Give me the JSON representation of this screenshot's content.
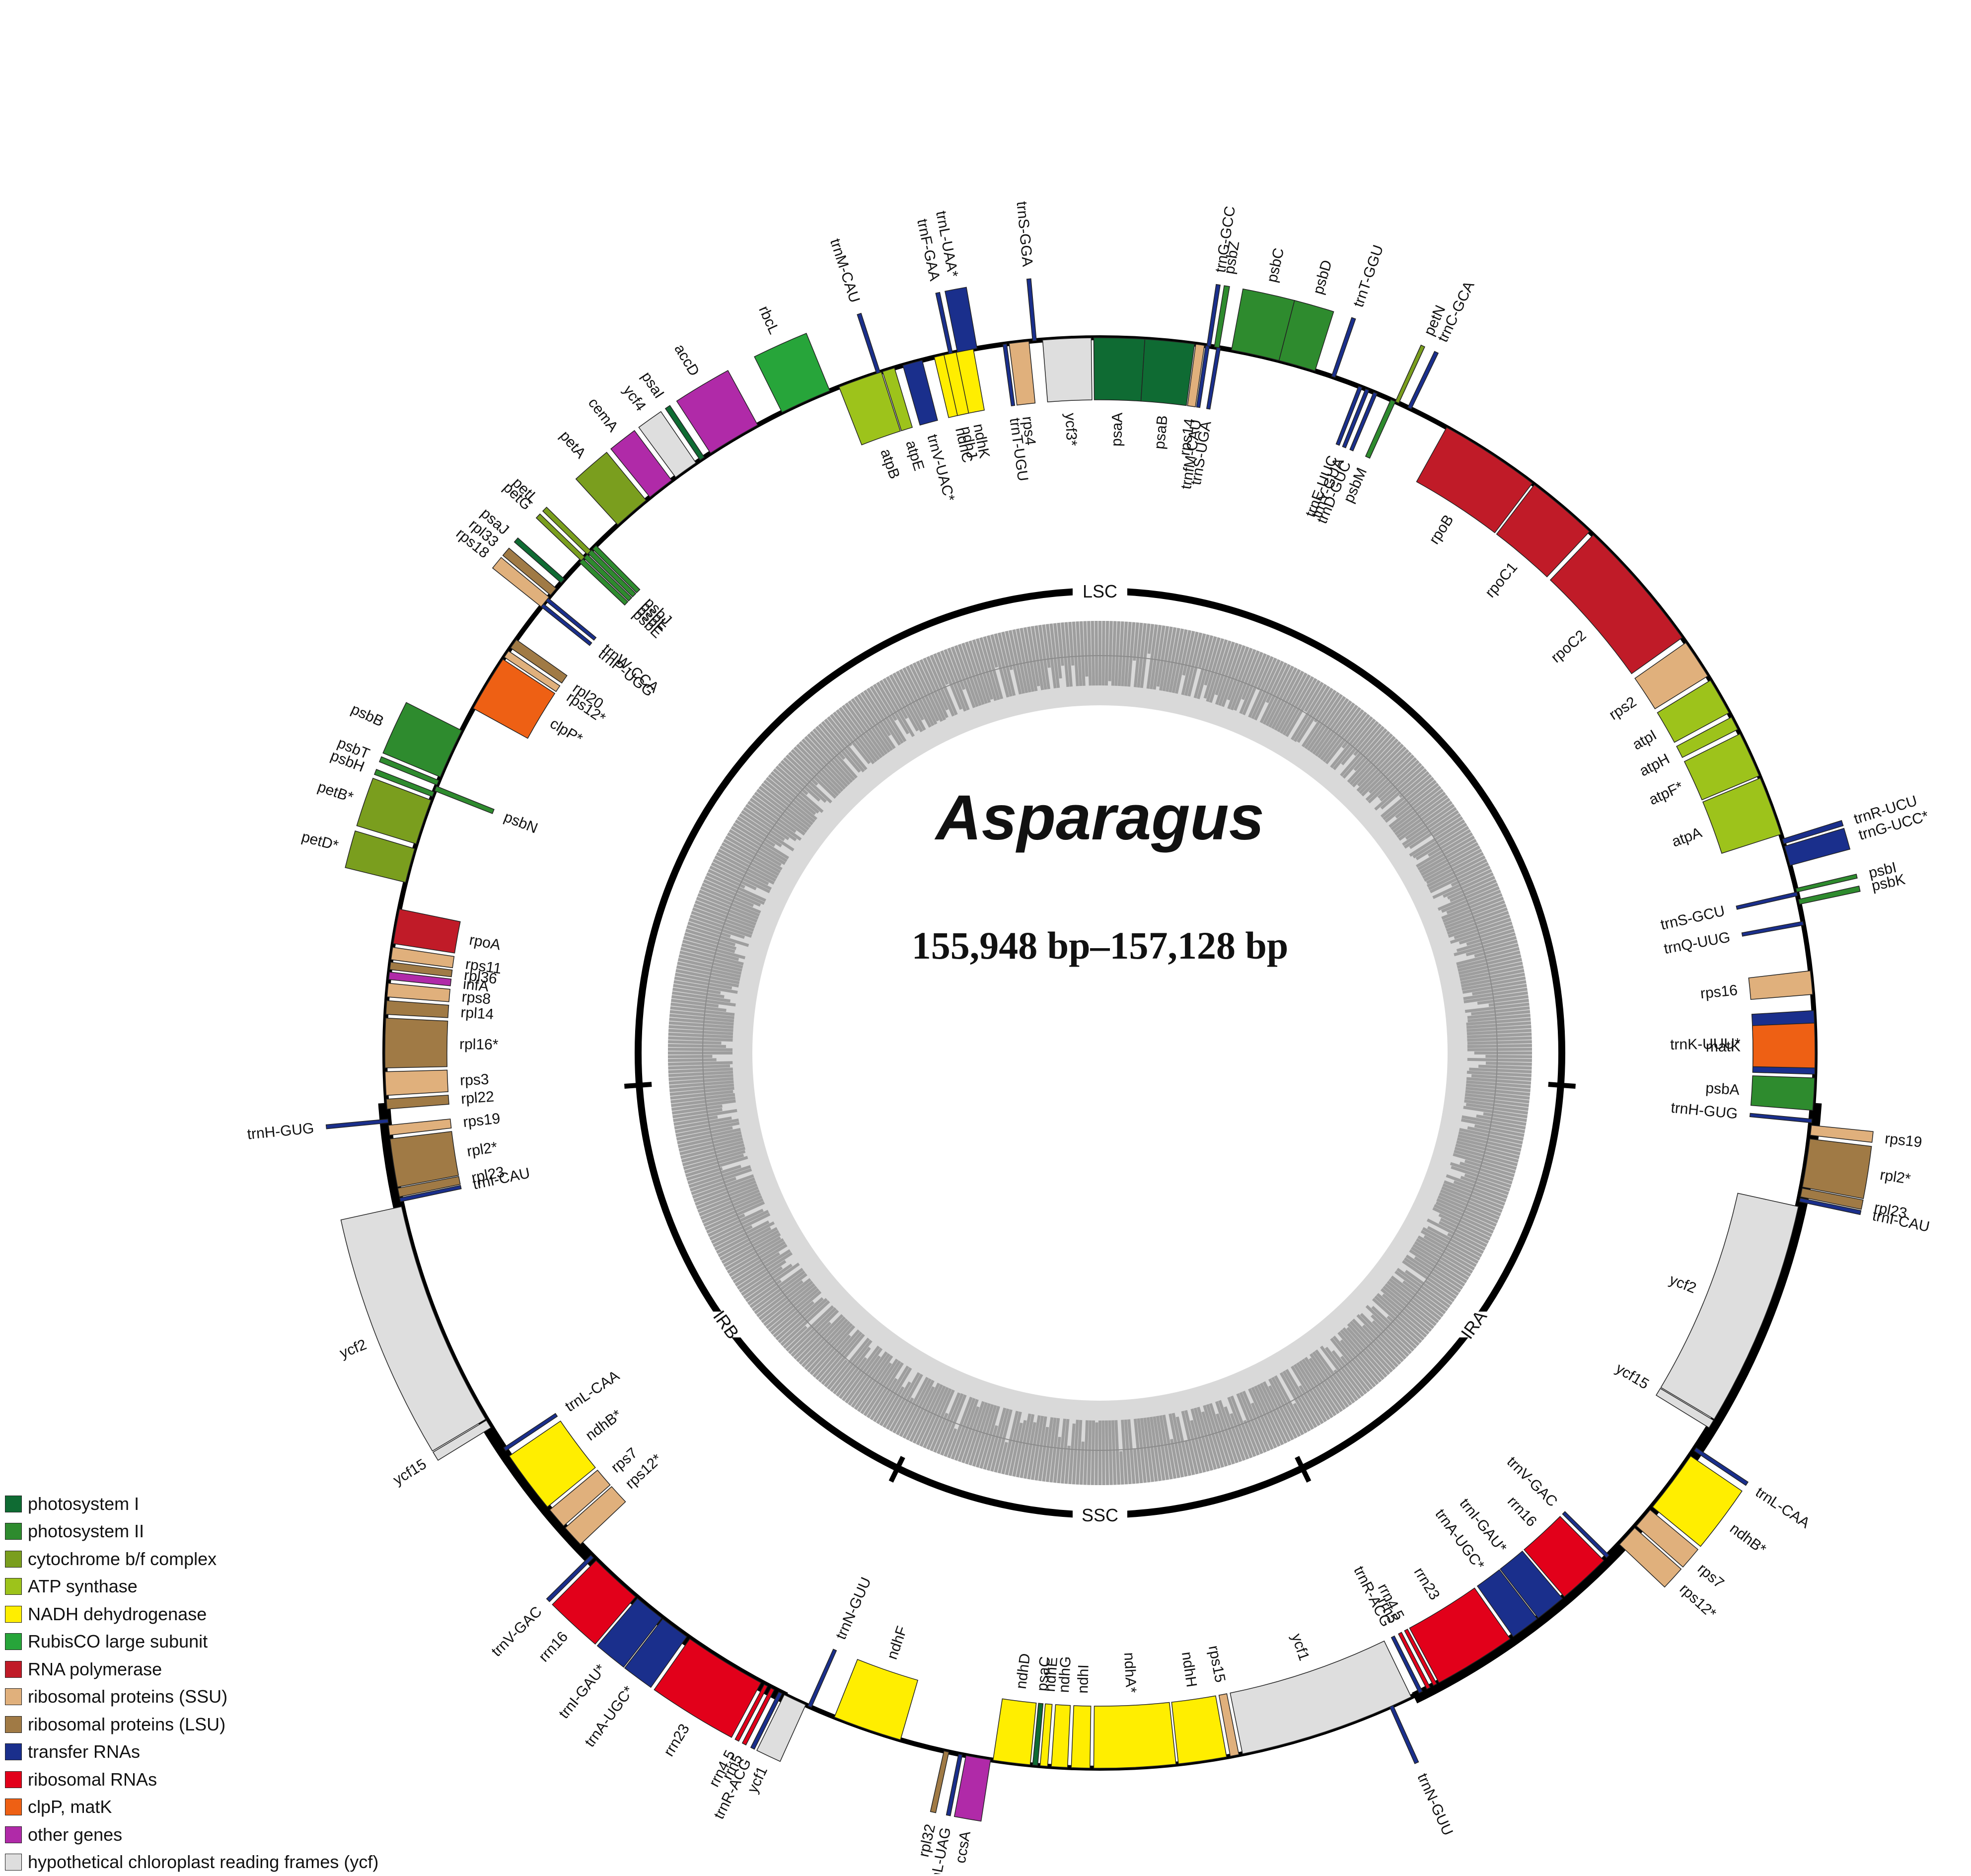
{
  "title": "Asparagus",
  "subtitle": "155,948 bp–157,128 bp",
  "regions": [
    {
      "id": "LSC",
      "label": "LSC",
      "angle": 0
    },
    {
      "id": "IRA",
      "label": "IRA",
      "angle": 126
    },
    {
      "id": "SSC",
      "label": "SSC",
      "angle": 180
    },
    {
      "id": "IRB",
      "label": "IRB",
      "angle": 234
    }
  ],
  "region_boundaries": [
    94,
    154,
    206,
    266
  ],
  "colors": {
    "PSI": "#0f6b33",
    "PSII": "#2e8b2e",
    "CYT": "#7a9e1e",
    "ATP": "#9dc31b",
    "NADH": "#ffee00",
    "RBC": "#27a53a",
    "RNAP": "#c01b28",
    "SSU": "#e0b07c",
    "LSU": "#a07a45",
    "TRNA": "#1a2f8c",
    "RRNA": "#e2001a",
    "CLP": "#ee6014",
    "OTHER": "#b02aa8",
    "YCF": "#dedede"
  },
  "legend": [
    {
      "label": "photosystem I",
      "color": "#0f6b33"
    },
    {
      "label": "photosystem II",
      "color": "#2e8b2e"
    },
    {
      "label": "cytochrome b/f complex",
      "color": "#7a9e1e"
    },
    {
      "label": "ATP synthase",
      "color": "#9dc31b"
    },
    {
      "label": "NADH dehydrogenase",
      "color": "#ffee00"
    },
    {
      "label": "RubisCO large subunit",
      "color": "#27a53a"
    },
    {
      "label": "RNA polymerase",
      "color": "#c01b28"
    },
    {
      "label": "ribosomal proteins (SSU)",
      "color": "#e0b07c"
    },
    {
      "label": "ribosomal proteins (LSU)",
      "color": "#a07a45"
    },
    {
      "label": "transfer RNAs",
      "color": "#1a2f8c"
    },
    {
      "label": "ribosomal RNAs",
      "color": "#e2001a"
    },
    {
      "label": "clpP, matK",
      "color": "#ee6014"
    },
    {
      "label": "other genes",
      "color": "#b02aa8"
    },
    {
      "label": "hypothetical chloroplast reading frames (ycf)",
      "color": "#dedede"
    }
  ],
  "genes": [
    {
      "name": "trnG-GCC",
      "cat": "TRNA",
      "a0": 8.6,
      "a1": 8.9,
      "side": "out"
    },
    {
      "name": "psbZ",
      "cat": "PSII",
      "a0": 9.2,
      "a1": 9.6,
      "side": "out"
    },
    {
      "name": "psbC",
      "cat": "PSII",
      "a0": 10.6,
      "a1": 14.5,
      "side": "out"
    },
    {
      "name": "psbD",
      "cat": "PSII",
      "a0": 14.5,
      "a1": 17.5,
      "side": "out"
    },
    {
      "name": "trnT-GGU",
      "cat": "TRNA",
      "a0": 18.9,
      "a1": 19.2,
      "side": "out"
    },
    {
      "name": "petN",
      "cat": "CYT",
      "a0": 24.4,
      "a1": 24.7,
      "side": "out"
    },
    {
      "name": "trnC-GCA",
      "cat": "TRNA",
      "a0": 25.5,
      "a1": 25.8,
      "side": "out"
    },
    {
      "name": "rpoB",
      "cat": "RNAP",
      "a0": 29,
      "a1": 37.2,
      "side": "in"
    },
    {
      "name": "rpoC1",
      "cat": "RNAP",
      "a0": 37.4,
      "a1": 43.2,
      "side": "in"
    },
    {
      "name": "rpoC2",
      "cat": "RNAP",
      "a0": 43.6,
      "a1": 54.5,
      "side": "in"
    },
    {
      "name": "rps2",
      "cat": "SSU",
      "a0": 55,
      "a1": 58.2,
      "side": "in"
    },
    {
      "name": "atpI",
      "cat": "ATP",
      "a0": 58.6,
      "a1": 61.6,
      "side": "in"
    },
    {
      "name": "atpH",
      "cat": "ATP",
      "a0": 62,
      "a1": 63.1,
      "side": "in"
    },
    {
      "name": "atpF*",
      "cat": "ATP",
      "a0": 63.5,
      "a1": 67.2,
      "side": "in"
    },
    {
      "name": "atpA",
      "cat": "ATP",
      "a0": 67.4,
      "a1": 72.2,
      "side": "in"
    },
    {
      "name": "trnR-UCU",
      "cat": "TRNA",
      "a0": 72.6,
      "a1": 73,
      "side": "out"
    },
    {
      "name": "trnG-UCC*",
      "cat": "TRNA",
      "a0": 73.2,
      "a1": 74.8,
      "side": "out"
    },
    {
      "name": "psbI",
      "cat": "PSII",
      "a0": 76.7,
      "a1": 77,
      "side": "out"
    },
    {
      "name": "psbK",
      "cat": "PSII",
      "a0": 77.6,
      "a1": 78,
      "side": "out"
    },
    {
      "name": "trnS-GCU",
      "cat": "TRNA",
      "a0": 77,
      "a1": 77.3,
      "side": "in"
    },
    {
      "name": "trnQ-UUG",
      "cat": "TRNA",
      "a0": 79.4,
      "a1": 79.7,
      "side": "in"
    },
    {
      "name": "rps16",
      "cat": "SSU",
      "a0": 83.4,
      "a1": 85.3,
      "side": "in"
    },
    {
      "name": "trnK-UUU*",
      "cat": "TRNA",
      "a0": 86.6,
      "a1": 91.7,
      "side": "in"
    },
    {
      "name": "matK",
      "cat": "CLP",
      "a0": 87.6,
      "a1": 91.2,
      "side": "in"
    },
    {
      "name": "psbA",
      "cat": "PSII",
      "a0": 92,
      "a1": 94.6,
      "side": "in"
    },
    {
      "name": "trnH-GUG",
      "cat": "TRNA",
      "a0": 95.3,
      "a1": 95.6,
      "side": "in"
    },
    {
      "name": "rps19",
      "cat": "SSU",
      "a0": 95.8,
      "a1": 96.6,
      "side": "out"
    },
    {
      "name": "rpl2*",
      "cat": "LSU",
      "a0": 96.9,
      "a1": 100.8,
      "side": "out"
    },
    {
      "name": "rpl23",
      "cat": "LSU",
      "a0": 100.9,
      "a1": 101.6,
      "side": "out"
    },
    {
      "name": "trnI-CAU",
      "cat": "TRNA",
      "a0": 101.7,
      "a1": 102,
      "side": "out"
    },
    {
      "name": "ycf2",
      "cat": "YCF",
      "a0": 102.4,
      "a1": 120.8,
      "side": "in"
    },
    {
      "name": "ycf15",
      "cat": "YCF",
      "a0": 120.9,
      "a1": 121.6,
      "side": "in"
    },
    {
      "name": "trnL-CAA",
      "cat": "TRNA",
      "a0": 123.5,
      "a1": 123.8,
      "side": "out"
    },
    {
      "name": "ndhB*",
      "cat": "NADH",
      "a0": 124.3,
      "a1": 129.4,
      "side": "out"
    },
    {
      "name": "rps7",
      "cat": "SSU",
      "a0": 129.7,
      "a1": 131.4,
      "side": "out"
    },
    {
      "name": "rps12*",
      "cat": "SSU",
      "a0": 131.6,
      "a1": 133.4,
      "side": "out"
    },
    {
      "name": "trnV-GAC",
      "cat": "TRNA",
      "a0": 134.6,
      "a1": 134.9,
      "side": "in"
    },
    {
      "name": "rrn16",
      "cat": "RRNA",
      "a0": 135.2,
      "a1": 139.5,
      "side": "in"
    },
    {
      "name": "trnI-GAU*",
      "cat": "TRNA",
      "a0": 139.7,
      "a1": 142.2,
      "side": "in"
    },
    {
      "name": "trnA-UGC*",
      "cat": "TRNA",
      "a0": 142.3,
      "a1": 144.7,
      "side": "in"
    },
    {
      "name": "rrn23",
      "cat": "RRNA",
      "a0": 145,
      "a1": 151.7,
      "side": "in"
    },
    {
      "name": "rrn4.5",
      "cat": "RRNA",
      "a0": 151.9,
      "a1": 152.2,
      "side": "in"
    },
    {
      "name": "rrn5",
      "cat": "RRNA",
      "a0": 152.5,
      "a1": 152.8,
      "side": "in"
    },
    {
      "name": "trnR-ACG",
      "cat": "TRNA",
      "a0": 153.2,
      "a1": 153.5,
      "side": "in"
    },
    {
      "name": "trnN-GUU",
      "cat": "TRNA",
      "a0": 155.8,
      "a1": 156.1,
      "side": "out"
    },
    {
      "name": "ycf1",
      "cat": "YCF",
      "a0": 154.2,
      "a1": 168.5,
      "side": "in"
    },
    {
      "name": "rps15",
      "cat": "SSU",
      "a0": 168.8,
      "a1": 169.5,
      "side": "in"
    },
    {
      "name": "ndhH",
      "cat": "NADH",
      "a0": 169.8,
      "a1": 173.7,
      "side": "in"
    },
    {
      "name": "ndhA*",
      "cat": "NADH",
      "a0": 173.9,
      "a1": 180.5,
      "side": "in"
    },
    {
      "name": "ndhI",
      "cat": "NADH",
      "a0": 180.8,
      "a1": 182.3,
      "side": "in"
    },
    {
      "name": "ndhG",
      "cat": "NADH",
      "a0": 182.6,
      "a1": 183.9,
      "side": "in"
    },
    {
      "name": "ndhE",
      "cat": "NADH",
      "a0": 184.2,
      "a1": 184.8,
      "side": "in"
    },
    {
      "name": "psaC",
      "cat": "PSI",
      "a0": 185,
      "a1": 185.4,
      "side": "in"
    },
    {
      "name": "ndhD",
      "cat": "NADH",
      "a0": 185.6,
      "a1": 188.6,
      "side": "in"
    },
    {
      "name": "ccsA",
      "cat": "OTHER",
      "a0": 188.8,
      "a1": 190.8,
      "side": "out"
    },
    {
      "name": "trnL-UAG",
      "cat": "TRNA",
      "a0": 191.1,
      "a1": 191.4,
      "side": "out"
    },
    {
      "name": "rpl32",
      "cat": "LSU",
      "a0": 192.2,
      "a1": 192.6,
      "side": "out"
    },
    {
      "name": "ndhF",
      "cat": "NADH",
      "a0": 196.2,
      "a1": 201.8,
      "side": "in"
    },
    {
      "name": "trnN-GUU",
      "cat": "TRNA",
      "a0": 203.8,
      "a1": 204.1,
      "side": "in"
    },
    {
      "name": "ycf1",
      "cat": "YCF",
      "a0": 204.3,
      "a1": 206.2,
      "side": "out"
    },
    {
      "name": "trnR-ACG",
      "cat": "TRNA",
      "a0": 206.4,
      "a1": 206.7,
      "side": "out"
    },
    {
      "name": "rrn5",
      "cat": "RRNA",
      "a0": 207.1,
      "a1": 207.4,
      "side": "out"
    },
    {
      "name": "rrn4.5",
      "cat": "RRNA",
      "a0": 207.7,
      "a1": 208,
      "side": "out"
    },
    {
      "name": "rrn23",
      "cat": "RRNA",
      "a0": 208.3,
      "a1": 215,
      "side": "out"
    },
    {
      "name": "trnA-UGC*",
      "cat": "TRNA",
      "a0": 215.3,
      "a1": 217.7,
      "side": "out"
    },
    {
      "name": "trnI-GAU*",
      "cat": "TRNA",
      "a0": 217.8,
      "a1": 220.3,
      "side": "out"
    },
    {
      "name": "rrn16",
      "cat": "RRNA",
      "a0": 220.5,
      "a1": 224.8,
      "side": "out"
    },
    {
      "name": "trnV-GAC",
      "cat": "TRNA",
      "a0": 225.1,
      "a1": 225.4,
      "side": "out"
    },
    {
      "name": "rps12*",
      "cat": "SSU",
      "a0": 226.6,
      "a1": 228.4,
      "side": "in"
    },
    {
      "name": "rps7",
      "cat": "SSU",
      "a0": 228.6,
      "a1": 230.3,
      "side": "in"
    },
    {
      "name": "ndhB*",
      "cat": "NADH",
      "a0": 230.6,
      "a1": 235.7,
      "side": "in"
    },
    {
      "name": "trnL-CAA",
      "cat": "TRNA",
      "a0": 236.2,
      "a1": 236.5,
      "side": "in"
    },
    {
      "name": "ycf15",
      "cat": "YCF",
      "a0": 238.4,
      "a1": 239.1,
      "side": "out"
    },
    {
      "name": "ycf2",
      "cat": "YCF",
      "a0": 239.2,
      "a1": 257.6,
      "side": "out"
    },
    {
      "name": "trnI-CAU",
      "cat": "TRNA",
      "a0": 258,
      "a1": 258.3,
      "side": "in"
    },
    {
      "name": "rpl23",
      "cat": "LSU",
      "a0": 258.4,
      "a1": 259.1,
      "side": "in"
    },
    {
      "name": "rpl2*",
      "cat": "LSU",
      "a0": 259.2,
      "a1": 263.1,
      "side": "in"
    },
    {
      "name": "rps19",
      "cat": "SSU",
      "a0": 263.4,
      "a1": 264.2,
      "side": "in"
    },
    {
      "name": "trnH-GUG",
      "cat": "TRNA",
      "a0": 264.4,
      "a1": 264.7,
      "side": "out"
    },
    {
      "name": "rpl22",
      "cat": "LSU",
      "a0": 265.5,
      "a1": 266.3,
      "side": "in"
    },
    {
      "name": "rps3",
      "cat": "SSU",
      "a0": 266.6,
      "a1": 268.5,
      "side": "in"
    },
    {
      "name": "rpl16*",
      "cat": "LSU",
      "a0": 268.8,
      "a1": 272.8,
      "side": "in"
    },
    {
      "name": "rpl14",
      "cat": "LSU",
      "a0": 273.1,
      "a1": 274.2,
      "side": "in"
    },
    {
      "name": "rps8",
      "cat": "SSU",
      "a0": 274.5,
      "a1": 275.6,
      "side": "in"
    },
    {
      "name": "infA",
      "cat": "OTHER",
      "a0": 275.9,
      "a1": 276.5,
      "side": "in"
    },
    {
      "name": "rpl36",
      "cat": "LSU",
      "a0": 276.7,
      "a1": 277.3,
      "side": "in"
    },
    {
      "name": "rps11",
      "cat": "SSU",
      "a0": 277.5,
      "a1": 278.5,
      "side": "in"
    },
    {
      "name": "rpoA",
      "cat": "RNAP",
      "a0": 278.8,
      "a1": 281.6,
      "side": "in"
    },
    {
      "name": "petD*",
      "cat": "CYT",
      "a0": 283.8,
      "a1": 286.6,
      "side": "out"
    },
    {
      "name": "petB*",
      "cat": "CYT",
      "a0": 287,
      "a1": 290.7,
      "side": "out"
    },
    {
      "name": "psbH",
      "cat": "PSII",
      "a0": 291,
      "a1": 291.4,
      "side": "out"
    },
    {
      "name": "psbN",
      "cat": "PSII",
      "a0": 291.5,
      "a1": 291.9,
      "side": "in"
    },
    {
      "name": "psbT",
      "cat": "PSII",
      "a0": 292,
      "a1": 292.4,
      "side": "out"
    },
    {
      "name": "psbB",
      "cat": "PSII",
      "a0": 292.7,
      "a1": 296.8,
      "side": "out"
    },
    {
      "name": "clpP*",
      "cat": "CLP",
      "a0": 298.8,
      "a1": 303.4,
      "side": "in"
    },
    {
      "name": "rps12*",
      "cat": "SSU",
      "a0": 303.6,
      "a1": 304.2,
      "side": "in"
    },
    {
      "name": "rpl20",
      "cat": "LSU",
      "a0": 304.5,
      "a1": 305.3,
      "side": "in"
    },
    {
      "name": "trnP-UGG",
      "cat": "TRNA",
      "a0": 308.6,
      "a1": 308.9,
      "side": "in"
    },
    {
      "name": "trnW-CCA",
      "cat": "TRNA",
      "a0": 309.2,
      "a1": 309.5,
      "side": "in"
    },
    {
      "name": "rps18",
      "cat": "SSU",
      "a0": 308.6,
      "a1": 309.6,
      "side": "out"
    },
    {
      "name": "rpl33",
      "cat": "LSU",
      "a0": 309.8,
      "a1": 310.5,
      "side": "out"
    },
    {
      "name": "psaJ",
      "cat": "PSI",
      "a0": 311.1,
      "a1": 311.5,
      "side": "out"
    },
    {
      "name": "psbE",
      "cat": "PSII",
      "a0": 313.3,
      "a1": 313.7,
      "side": "in"
    },
    {
      "name": "psbF",
      "cat": "PSII",
      "a0": 313.8,
      "a1": 314.2,
      "side": "in"
    },
    {
      "name": "psbL",
      "cat": "PSII",
      "a0": 314.3,
      "a1": 314.7,
      "side": "in"
    },
    {
      "name": "psbJ",
      "cat": "PSII",
      "a0": 314.8,
      "a1": 315.2,
      "side": "in"
    },
    {
      "name": "petG",
      "cat": "CYT",
      "a0": 313.5,
      "a1": 313.9,
      "side": "out"
    },
    {
      "name": "petL",
      "cat": "CYT",
      "a0": 314.2,
      "a1": 314.6,
      "side": "out"
    },
    {
      "name": "petA",
      "cat": "CYT",
      "a0": 317.6,
      "a1": 320.6,
      "side": "out"
    },
    {
      "name": "cemA",
      "cat": "OTHER",
      "a0": 321,
      "a1": 323.2,
      "side": "out"
    },
    {
      "name": "ycf4",
      "cat": "YCF",
      "a0": 323.6,
      "a1": 325.6,
      "side": "out"
    },
    {
      "name": "psaI",
      "cat": "PSI",
      "a0": 326,
      "a1": 326.4,
      "side": "out"
    },
    {
      "name": "accD",
      "cat": "OTHER",
      "a0": 327,
      "a1": 331.4,
      "side": "out"
    },
    {
      "name": "rbcL",
      "cat": "RBC",
      "a0": 333.6,
      "a1": 337.8,
      "side": "out"
    },
    {
      "name": "atpB",
      "cat": "ATP",
      "a0": 338.6,
      "a1": 342.2,
      "side": "in"
    },
    {
      "name": "atpE",
      "cat": "ATP",
      "a0": 342.3,
      "a1": 343.3,
      "side": "in"
    },
    {
      "name": "trnM-CAU",
      "cat": "TRNA",
      "a0": 341.8,
      "a1": 342.1,
      "side": "out"
    },
    {
      "name": "trnV-UAC*",
      "cat": "TRNA",
      "a0": 344,
      "a1": 345.6,
      "side": "in"
    },
    {
      "name": "ndhC",
      "cat": "NADH",
      "a0": 346.6,
      "a1": 348.2,
      "side": "in"
    },
    {
      "name": "ndhK",
      "cat": "NADH",
      "a0": 348.3,
      "a1": 349.8,
      "side": "in"
    },
    {
      "name": "ndhJ",
      "cat": "NADH",
      "a0": 347.4,
      "a1": 348.4,
      "side": "in"
    },
    {
      "name": "trnF-GAA",
      "cat": "TRNA",
      "a0": 347.8,
      "a1": 348.1,
      "side": "out"
    },
    {
      "name": "trnL-UAA*",
      "cat": "TRNA",
      "a0": 348.5,
      "a1": 350.1,
      "side": "out"
    },
    {
      "name": "trnT-UGU",
      "cat": "TRNA",
      "a0": 352.2,
      "a1": 352.5,
      "side": "in"
    },
    {
      "name": "rps4",
      "cat": "SSU",
      "a0": 352.7,
      "a1": 354.3,
      "side": "in"
    },
    {
      "name": "trnS-GGA",
      "cat": "TRNA",
      "a0": 354.6,
      "a1": 354.9,
      "side": "out"
    },
    {
      "name": "ycf3*",
      "cat": "YCF",
      "a0": 355.4,
      "a1": 359.3,
      "side": "in"
    },
    {
      "name": "psaA",
      "cat": "PSI",
      "a0": 359.5,
      "a1": 363.6,
      "side": "in"
    },
    {
      "name": "psaB",
      "cat": "PSI",
      "a0": 363.6,
      "a1": 367.6,
      "side": "in"
    },
    {
      "name": "rps14",
      "cat": "SSU",
      "a0": 367.7,
      "a1": 368.4,
      "side": "in"
    },
    {
      "name": "trnfM-CAU",
      "cat": "TRNA",
      "a0": 368.5,
      "a1": 368.8,
      "side": "in"
    },
    {
      "name": "trnS-UGA",
      "cat": "TRNA",
      "a0": 369.4,
      "a1": 369.7,
      "side": "in"
    },
    {
      "name": "trnE-UUC",
      "cat": "TRNA",
      "a0": 381.2,
      "a1": 381.5,
      "side": "in"
    },
    {
      "name": "trnY-GUA",
      "cat": "TRNA",
      "a0": 381.8,
      "a1": 382.1,
      "side": "in"
    },
    {
      "name": "trnD-GUC",
      "cat": "TRNA",
      "a0": 382.5,
      "a1": 382.8,
      "side": "in"
    },
    {
      "name": "psbM",
      "cat": "PSII",
      "a0": 384,
      "a1": 384.4,
      "side": "in"
    }
  ]
}
